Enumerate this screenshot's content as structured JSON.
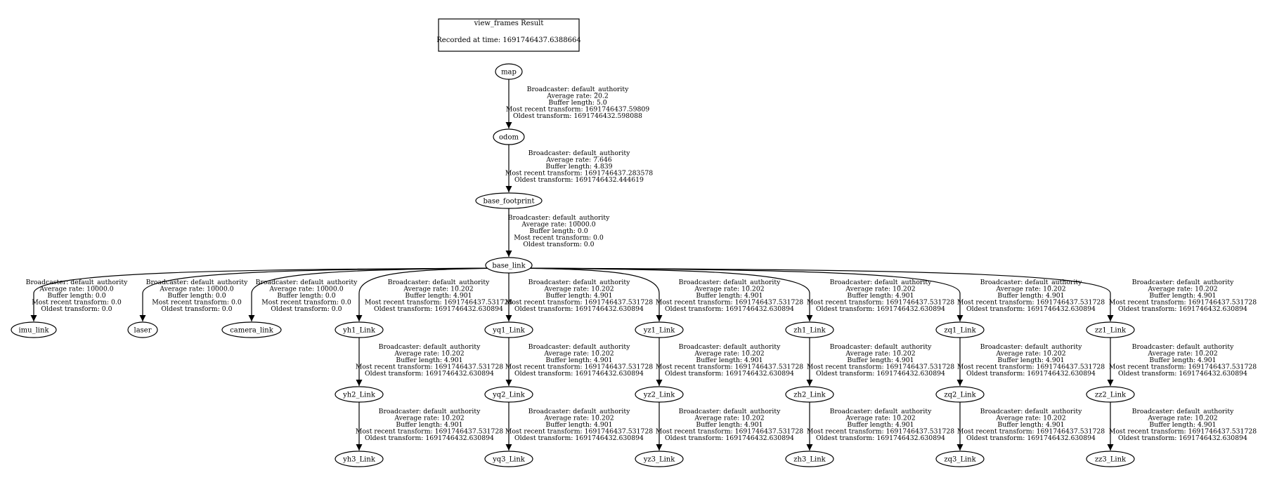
{
  "title": {
    "heading": "view_frames Result",
    "recorded": "Recorded at time: 1691746437.6388664"
  },
  "nodes": {
    "map": "map",
    "odom": "odom",
    "base_footprint": "base_footprint",
    "base_link": "base_link",
    "imu_link": "imu_link",
    "laser": "laser",
    "camera_link": "camera_link",
    "yh1_Link": "yh1_Link",
    "yq1_Link": "yq1_Link",
    "yz1_Link": "yz1_Link",
    "zh1_Link": "zh1_Link",
    "zq1_Link": "zq1_Link",
    "zz1_Link": "zz1_Link",
    "yh2_Link": "yh2_Link",
    "yq2_Link": "yq2_Link",
    "yz2_Link": "yz2_Link",
    "zh2_Link": "zh2_Link",
    "zq2_Link": "zq2_Link",
    "zz2_Link": "zz2_Link",
    "yh3_Link": "yh3_Link",
    "yq3_Link": "yq3_Link",
    "yz3_Link": "yz3_Link",
    "zh3_Link": "zh3_Link",
    "zq3_Link": "zq3_Link",
    "zz3_Link": "zz3_Link"
  },
  "edges": {
    "map_odom": [
      "Broadcaster: default_authority",
      "Average rate: 20.2",
      "Buffer length: 5.0",
      "Most recent transform: 1691746437.59809",
      "Oldest transform: 1691746432.598088"
    ],
    "odom_base_footprint": [
      "Broadcaster: default_authority",
      "Average rate: 7.646",
      "Buffer length: 4.839",
      "Most recent transform: 1691746437.283578",
      "Oldest transform: 1691746432.444619"
    ],
    "base_footprint_base_link": [
      "Broadcaster: default_authority",
      "Average rate: 10000.0",
      "Buffer length: 0.0",
      "Most recent transform: 0.0",
      "Oldest transform: 0.0"
    ],
    "base_link_imu_link": [
      "Broadcaster: default_authority",
      "Average rate: 10000.0",
      "Buffer length: 0.0",
      "Most recent transform: 0.0",
      "Oldest transform: 0.0"
    ],
    "base_link_laser": [
      "Broadcaster: default_authority",
      "Average rate: 10000.0",
      "Buffer length: 0.0",
      "Most recent transform: 0.0",
      "Oldest transform: 0.0"
    ],
    "base_link_camera_link": [
      "Broadcaster: default_authority",
      "Average rate: 10000.0",
      "Buffer length: 0.0",
      "Most recent transform: 0.0",
      "Oldest transform: 0.0"
    ],
    "base_link_yh1": [
      "Broadcaster: default_authority",
      "Average rate: 10.202",
      "Buffer length: 4.901",
      "Most recent transform: 1691746437.531728",
      "Oldest transform: 1691746432.630894"
    ],
    "base_link_yq1": [
      "Broadcaster: default_authority",
      "Average rate: 10.202",
      "Buffer length: 4.901",
      "Most recent transform: 1691746437.531728",
      "Oldest transform: 1691746432.630894"
    ],
    "base_link_yz1": [
      "Broadcaster: default_authority",
      "Average rate: 10.202",
      "Buffer length: 4.901",
      "Most recent transform: 1691746437.531728",
      "Oldest transform: 1691746432.630894"
    ],
    "base_link_zh1": [
      "Broadcaster: default_authority",
      "Average rate: 10.202",
      "Buffer length: 4.901",
      "Most recent transform: 1691746437.531728",
      "Oldest transform: 1691746432.630894"
    ],
    "base_link_zq1": [
      "Broadcaster: default_authority",
      "Average rate: 10.202",
      "Buffer length: 4.901",
      "Most recent transform: 1691746437.531728",
      "Oldest transform: 1691746432.630894"
    ],
    "base_link_zz1": [
      "Broadcaster: default_authority",
      "Average rate: 10.202",
      "Buffer length: 4.901",
      "Most recent transform: 1691746437.531728",
      "Oldest transform: 1691746432.630894"
    ],
    "yh1_yh2": [
      "Broadcaster: default_authority",
      "Average rate: 10.202",
      "Buffer length: 4.901",
      "Most recent transform: 1691746437.531728",
      "Oldest transform: 1691746432.630894"
    ],
    "yq1_yq2": [
      "Broadcaster: default_authority",
      "Average rate: 10.202",
      "Buffer length: 4.901",
      "Most recent transform: 1691746437.531728",
      "Oldest transform: 1691746432.630894"
    ],
    "yz1_yz2": [
      "Broadcaster: default_authority",
      "Average rate: 10.202",
      "Buffer length: 4.901",
      "Most recent transform: 1691746437.531728",
      "Oldest transform: 1691746432.630894"
    ],
    "zh1_zh2": [
      "Broadcaster: default_authority",
      "Average rate: 10.202",
      "Buffer length: 4.901",
      "Most recent transform: 1691746437.531728",
      "Oldest transform: 1691746432.630894"
    ],
    "zq1_zq2": [
      "Broadcaster: default_authority",
      "Average rate: 10.202",
      "Buffer length: 4.901",
      "Most recent transform: 1691746437.531728",
      "Oldest transform: 1691746432.630894"
    ],
    "zz1_zz2": [
      "Broadcaster: default_authority",
      "Average rate: 10.202",
      "Buffer length: 4.901",
      "Most recent transform: 1691746437.531728",
      "Oldest transform: 1691746432.630894"
    ],
    "yh2_yh3": [
      "Broadcaster: default_authority",
      "Average rate: 10.202",
      "Buffer length: 4.901",
      "Most recent transform: 1691746437.531728",
      "Oldest transform: 1691746432.630894"
    ],
    "yq2_yq3": [
      "Broadcaster: default_authority",
      "Average rate: 10.202",
      "Buffer length: 4.901",
      "Most recent transform: 1691746437.531728",
      "Oldest transform: 1691746432.630894"
    ],
    "yz2_yz3": [
      "Broadcaster: default_authority",
      "Average rate: 10.202",
      "Buffer length: 4.901",
      "Most recent transform: 1691746437.531728",
      "Oldest transform: 1691746432.630894"
    ],
    "zh2_zh3": [
      "Broadcaster: default_authority",
      "Average rate: 10.202",
      "Buffer length: 4.901",
      "Most recent transform: 1691746437.531728",
      "Oldest transform: 1691746432.630894"
    ],
    "zq2_zq3": [
      "Broadcaster: default_authority",
      "Average rate: 10.202",
      "Buffer length: 4.901",
      "Most recent transform: 1691746437.531728",
      "Oldest transform: 1691746432.630894"
    ],
    "zz2_zz3": [
      "Broadcaster: default_authority",
      "Average rate: 10.202",
      "Buffer length: 4.901",
      "Most recent transform: 1691746437.531728",
      "Oldest transform: 1691746432.630894"
    ]
  }
}
